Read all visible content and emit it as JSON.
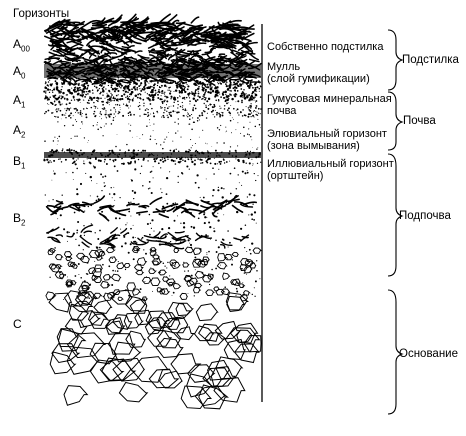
{
  "header": {
    "title": "Горизонты"
  },
  "horizons": [
    {
      "main": "A",
      "sub": "00"
    },
    {
      "main": "A",
      "sub": "0"
    },
    {
      "main": "A",
      "sub": "1"
    },
    {
      "main": "A",
      "sub": "2"
    },
    {
      "main": "B",
      "sub": "1"
    },
    {
      "main": "B",
      "sub": "2"
    },
    {
      "main": "C",
      "sub": ""
    }
  ],
  "descriptions": [
    {
      "line1": "Собственно подстилка",
      "line2": ""
    },
    {
      "line1": "Мулль",
      "line2": "(слой гумификации)"
    },
    {
      "line1": "Гумусовая минеральная",
      "line2": "почва"
    },
    {
      "line1": "Элювиальный горизонт",
      "line2": "(зона вымывания)"
    },
    {
      "line1": "Иллювиальный горизонт",
      "line2": "(ортштейн)"
    }
  ],
  "groups": [
    {
      "label": "Подстилка"
    },
    {
      "label": "Почва"
    },
    {
      "label": "Подпочва"
    },
    {
      "label": "Основание"
    }
  ]
}
